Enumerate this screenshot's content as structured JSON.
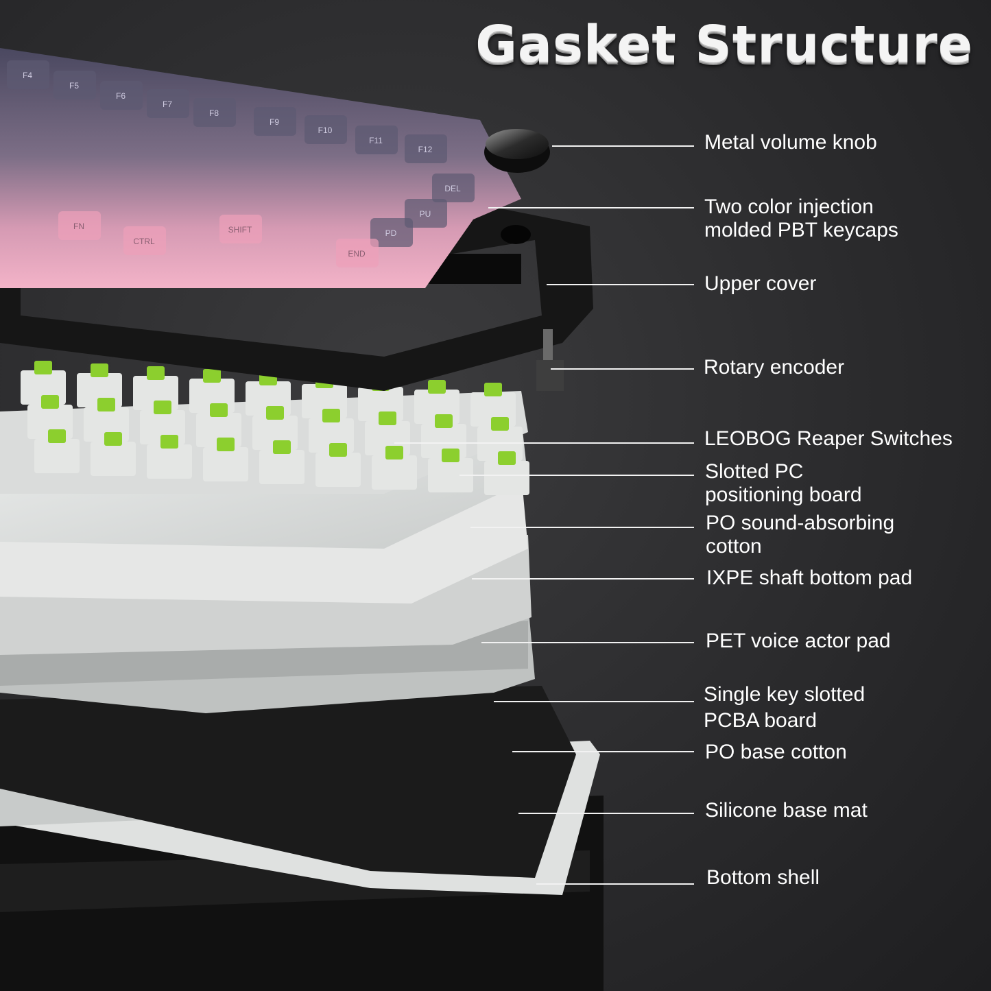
{
  "title": "Gasket Structure",
  "colors": {
    "background": "#2b2b2d",
    "keycap_dark": "#56536a",
    "keycap_mid": "#7e6f86",
    "keycap_pink": "#f1aec4",
    "switch_stem": "#8ccf2e",
    "switch_housing": "#e4e6e4",
    "plate_light": "#dcdedd",
    "frame_black": "#141414",
    "label": "#ffffff"
  },
  "keycap_legends": [
    "F4",
    "F5",
    "F6",
    "F7",
    "F8",
    "F9",
    "F10",
    "F11",
    "F12",
    "DEL",
    "PU",
    "PD",
    "END",
    "FN",
    "CTRL",
    "SHIFT"
  ],
  "layers": [
    {
      "id": "metal-volume-knob",
      "lines": [
        "Metal volume knob"
      ]
    },
    {
      "id": "pbt-keycaps",
      "lines": [
        "Two color injection",
        "molded PBT keycaps"
      ]
    },
    {
      "id": "upper-cover",
      "lines": [
        "Upper cover"
      ]
    },
    {
      "id": "rotary-encoder",
      "lines": [
        "Rotary encoder"
      ]
    },
    {
      "id": "reaper-switches",
      "lines": [
        "LEOBOG Reaper Switches"
      ]
    },
    {
      "id": "pc-positioning-board",
      "lines": [
        "Slotted PC",
        "positioning board"
      ]
    },
    {
      "id": "po-sound-absorbing-cotton",
      "lines": [
        "PO sound-absorbing",
        "cotton"
      ]
    },
    {
      "id": "ixpe-shaft-bottom-pad",
      "lines": [
        "IXPE shaft bottom pad"
      ]
    },
    {
      "id": "pet-voice-actor-pad",
      "lines": [
        "PET voice actor pad"
      ]
    },
    {
      "id": "pcba-board",
      "lines": [
        "Single key slotted",
        "PCBA board"
      ]
    },
    {
      "id": "po-base-cotton",
      "lines": [
        "PO base cotton"
      ]
    },
    {
      "id": "silicone-base-mat",
      "lines": [
        "Silicone base mat"
      ]
    },
    {
      "id": "bottom-shell",
      "lines": [
        "Bottom shell"
      ]
    }
  ]
}
